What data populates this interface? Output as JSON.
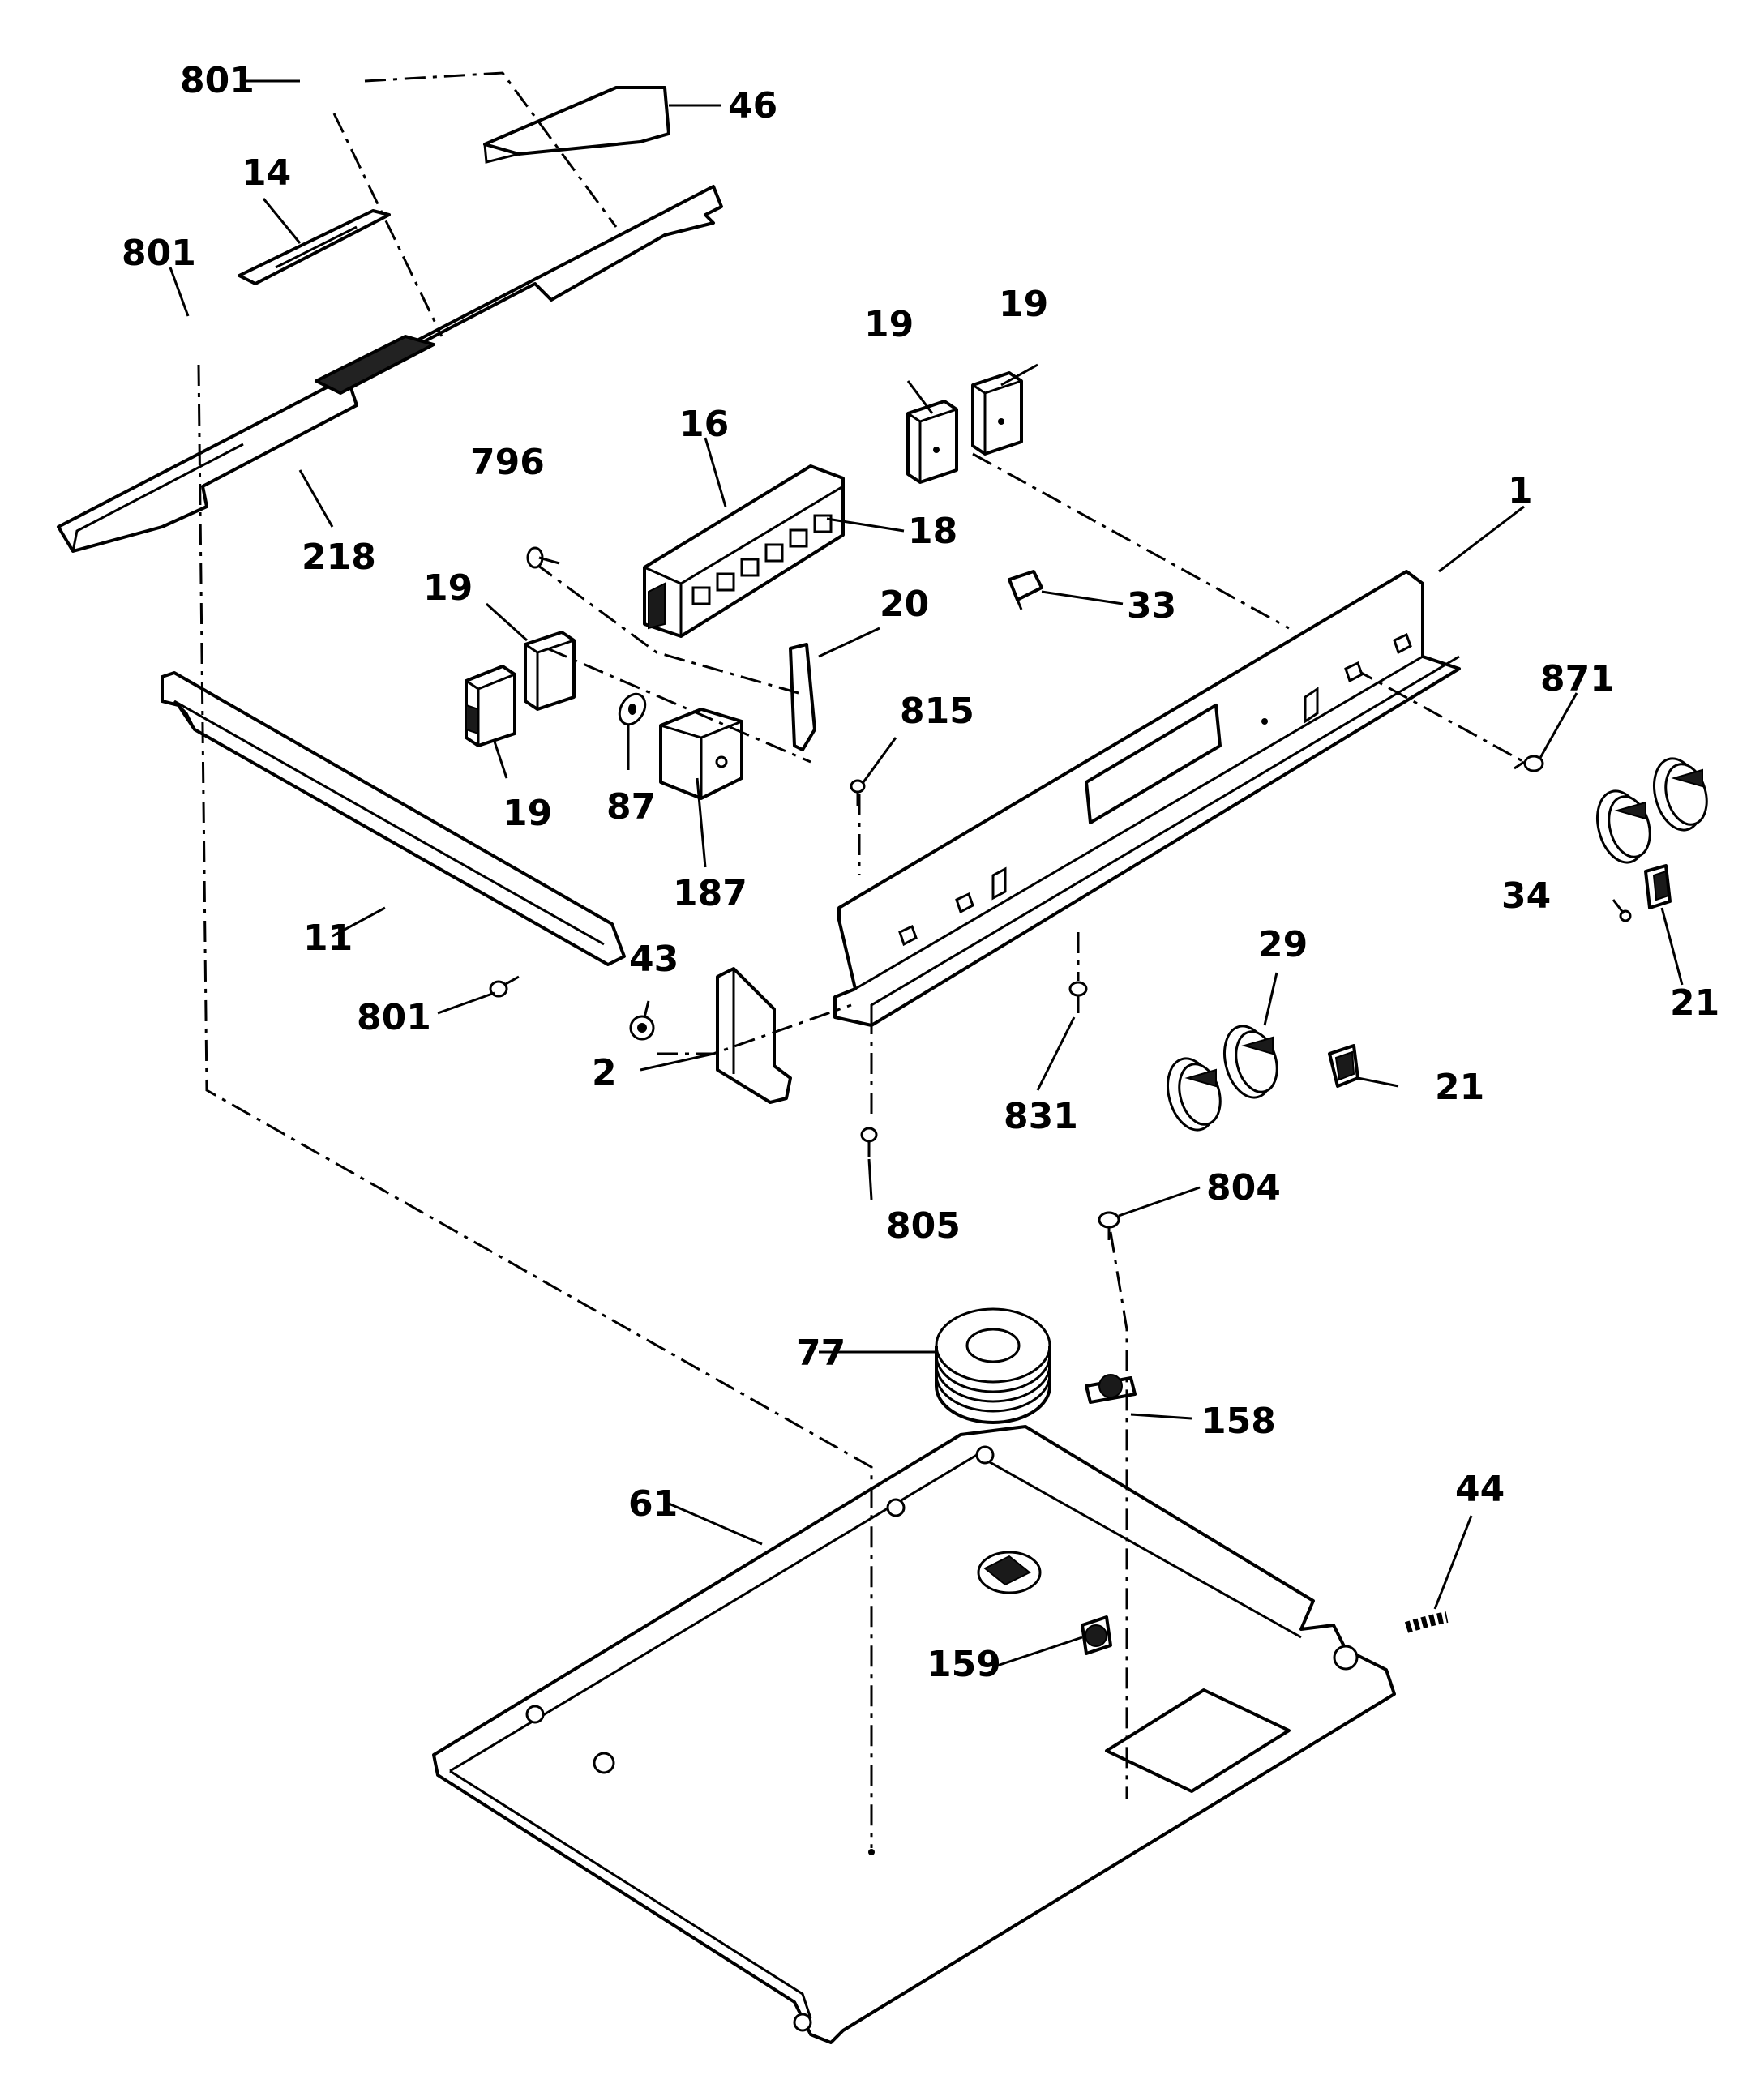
{
  "labels": {
    "l801a": "801",
    "l46": "46",
    "l14": "14",
    "l801b": "801",
    "l218": "218",
    "l16": "16",
    "l18": "18",
    "l796": "796",
    "l19a": "19",
    "l19b": "19",
    "l19c": "19",
    "l19d": "19",
    "l20": "20",
    "l33": "33",
    "l1": "1",
    "l871": "871",
    "l815": "815",
    "l87": "87",
    "l187": "187",
    "l11": "11",
    "l43": "43",
    "l2": "2",
    "l801c": "801",
    "l34": "34",
    "l21a": "21",
    "l21b": "21",
    "l29": "29",
    "l831": "831",
    "l805": "805",
    "l804": "804",
    "l77": "77",
    "l158": "158",
    "l61": "61",
    "l44": "44",
    "l159": "159"
  }
}
